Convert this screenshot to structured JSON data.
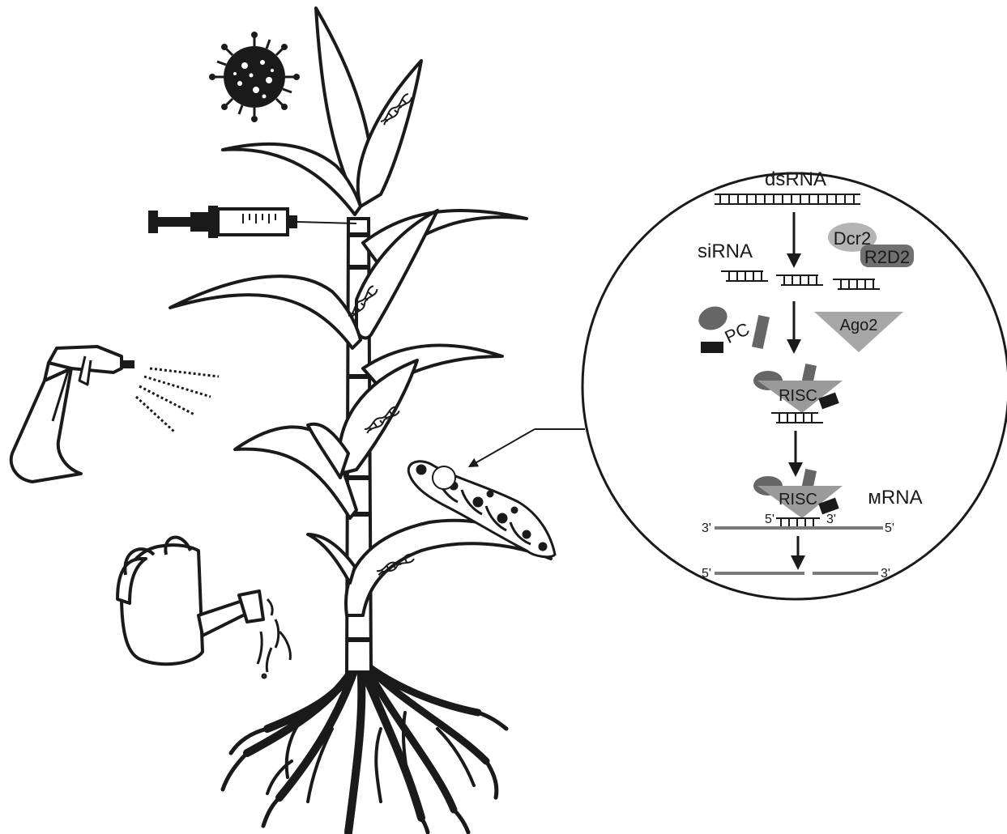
{
  "diagram": {
    "labels": {
      "dsrna": "dsRNA",
      "sirna": "siRNA",
      "dcr2": "Dcr2",
      "r2d2": "R2D2",
      "pc": "PC",
      "ago2": "Ago2",
      "risc_1": "RISC",
      "risc_2": "RISC",
      "mrna": "мRNA",
      "mrna_left_end": "3'",
      "mrna_right_end": "5'",
      "guide_left_end": "5'",
      "guide_right_end": "3'",
      "cleaved_left_end": "5'",
      "cleaved_right_end": "3'"
    },
    "icons": [
      "virus-icon",
      "syringe-icon",
      "spray-bottle-icon",
      "watering-can-icon",
      "caterpillar-icon",
      "dna-helix-icon"
    ],
    "colors": {
      "line": "#1a1a1a",
      "dcr2": "#b4b4b4",
      "r2d2": "#707070",
      "ago2": "#a6a6a6",
      "risc": "#9a9a9a",
      "pc": "#666666",
      "mrna_strand": "#7a7a7a"
    }
  }
}
